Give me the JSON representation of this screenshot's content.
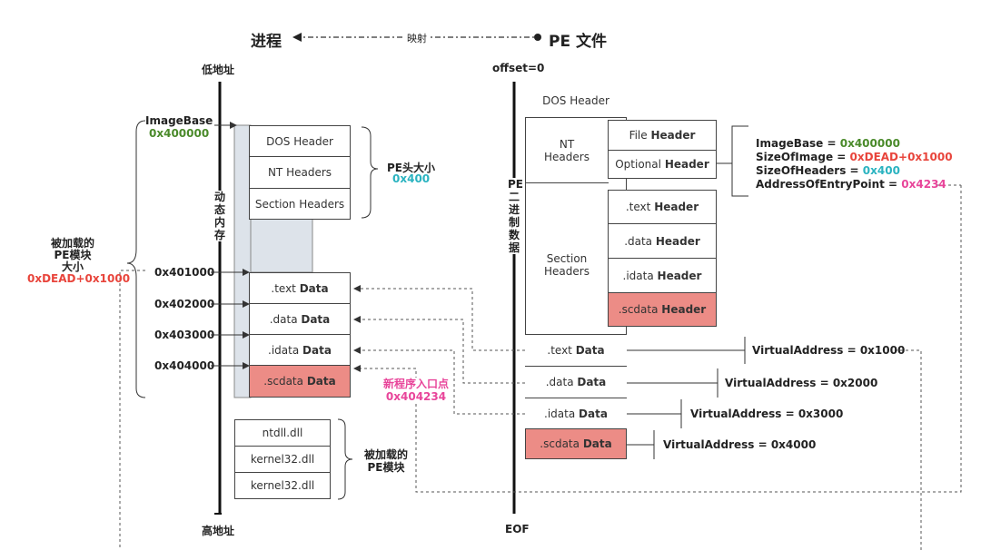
{
  "title": {
    "left": "进程",
    "middle": "映射",
    "right": "PE 文件"
  },
  "process": {
    "top_label": "低地址",
    "bottom_label": "高地址",
    "vertical_label": "动态内存",
    "image_base_label": "ImageBase",
    "image_base_value": "0x400000",
    "header_boxes": [
      "DOS Header",
      "NT Headers",
      "Section Headers"
    ],
    "pe_header_size_label": "PE头大小",
    "pe_header_size_value": "0x400",
    "sections": [
      {
        "name": ".text",
        "suffix": "Data",
        "address": "0x401000"
      },
      {
        "name": ".data",
        "suffix": "Data",
        "address": "0x402000"
      },
      {
        "name": ".idata",
        "suffix": "Data",
        "address": "0x403000"
      },
      {
        "name": ".scdata",
        "suffix": "Data",
        "address": "0x404000"
      }
    ],
    "loaded_module_size": {
      "line1": "被加载的",
      "line2": "PE模块",
      "line3": "大小",
      "value": "0xDEAD+0x1000"
    },
    "new_entry": {
      "label": "新程序入口点",
      "value": "0x404234"
    },
    "dlls": [
      "ntdll.dll",
      "kernel32.dll",
      "kernel32.dll"
    ],
    "dll_label": {
      "line1": "被加载的",
      "line2": "PE模块"
    }
  },
  "pe_file": {
    "top_label": "offset=0",
    "bottom_label": "EOF",
    "vertical_label": "PE二进制数据",
    "dos_header": "DOS Header",
    "nt_headers": {
      "line1": "NT",
      "line2": "Headers"
    },
    "file_header": {
      "name": "File",
      "suffix": "Header"
    },
    "optional_header": {
      "name": "Optional",
      "suffix": "Header"
    },
    "section_headers": {
      "line1": "Section",
      "line2": "Headers"
    },
    "section_header_rows": [
      {
        "name": ".text",
        "suffix": "Header"
      },
      {
        "name": ".data",
        "suffix": "Header"
      },
      {
        "name": ".idata",
        "suffix": "Header"
      },
      {
        "name": ".scdata",
        "suffix": "Header"
      }
    ],
    "optional_fields": [
      {
        "key": "ImageBase = ",
        "value": "0x400000",
        "color": "#4a8a2a"
      },
      {
        "key": "SizeOfImage = ",
        "value": "0xDEAD+0x1000",
        "color": "#e8453c"
      },
      {
        "key": "SizeOfHeaders = ",
        "value": "0x400",
        "color": "#2ab3c0"
      },
      {
        "key": "AddressOfEntryPoint = ",
        "value": "0x4234",
        "color": "#e8459a"
      }
    ],
    "data_sections": [
      {
        "name": ".text",
        "suffix": "Data",
        "virtual_address": "VirtualAddress = 0x1000"
      },
      {
        "name": ".data",
        "suffix": "Data",
        "virtual_address": "VirtualAddress = 0x2000"
      },
      {
        "name": ".idata",
        "suffix": "Data",
        "virtual_address": "VirtualAddress = 0x3000"
      },
      {
        "name": ".scdata",
        "suffix": "Data",
        "virtual_address": "VirtualAddress = 0x4000"
      }
    ]
  },
  "colors": {
    "highlight_fill": "#ec8c86",
    "memory_fill": "#dde3ea",
    "green": "#4a8a2a",
    "red": "#e8453c",
    "cyan": "#2ab3c0",
    "pink": "#e8459a"
  }
}
